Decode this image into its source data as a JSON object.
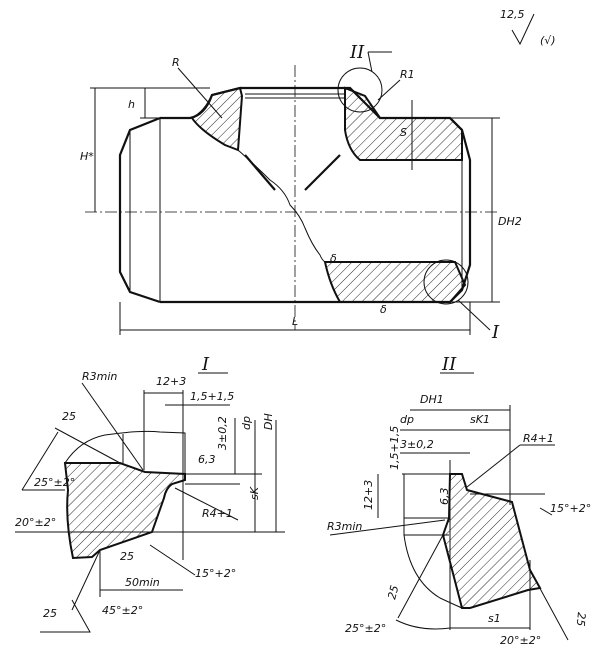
{
  "roughness": {
    "value": "12,5",
    "other": "(√)"
  },
  "main_view": {
    "radius": "R",
    "radius1": "R1",
    "detail_ref_2": "II",
    "detail_ref_1": "I",
    "height_h": "h",
    "height_H": "H*",
    "wall_s": "S",
    "diameter": "DH2",
    "length": "L",
    "weld_mark": "δ"
  },
  "detail_I": {
    "title": "I",
    "labels": [
      "R3min",
      "12+3",
      "1,5+1,5",
      "3±0,2",
      "dp",
      "DH",
      "6,3",
      "25",
      "25°±2°",
      "R4+1",
      "sK",
      "20°±2°",
      "25",
      "15°+2°",
      "50min",
      "25",
      "45°±2°"
    ]
  },
  "detail_II": {
    "title": "II",
    "labels": [
      "DH1",
      "dp",
      "sK1",
      "1,5+1,5",
      "3±0,2",
      "R4+1",
      "12+3",
      "6,3",
      "15°+2°",
      "R3min",
      "25",
      "25°±2°",
      "s1",
      "20°±2°",
      "25"
    ]
  }
}
